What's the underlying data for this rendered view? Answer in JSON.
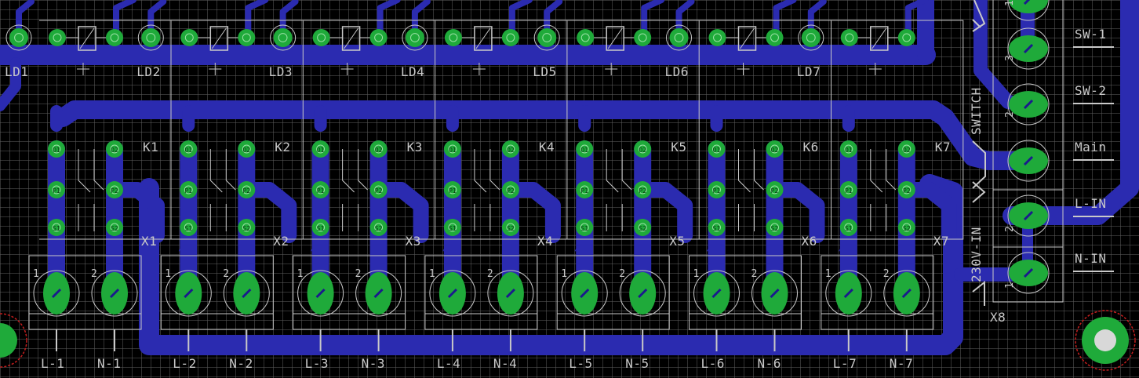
{
  "colors": {
    "background": "#000000",
    "trace": "#2b2bb0",
    "pad": "#1faa3a",
    "silkscreen": "#c9c9c9",
    "via_ring": "#c41e1e"
  },
  "channels": [
    {
      "led": "LD1",
      "relay": "K1",
      "terminal": "X1",
      "l_label": "L-1",
      "n_label": "N-1"
    },
    {
      "led": "LD2",
      "relay": "K2",
      "terminal": "X2",
      "l_label": "L-2",
      "n_label": "N-2"
    },
    {
      "led": "LD3",
      "relay": "K3",
      "terminal": "X3",
      "l_label": "L-3",
      "n_label": "N-3"
    },
    {
      "led": "LD4",
      "relay": "K4",
      "terminal": "X4",
      "l_label": "L-4",
      "n_label": "N-4"
    },
    {
      "led": "LD5",
      "relay": "K5",
      "terminal": "X5",
      "l_label": "L-5",
      "n_label": "N-5"
    },
    {
      "led": "LD6",
      "relay": "K6",
      "terminal": "X6",
      "l_label": "L-6",
      "n_label": "N-6"
    },
    {
      "led": "LD7",
      "relay": "K7",
      "terminal": "X7",
      "l_label": "L-7",
      "n_label": "N-7"
    }
  ],
  "relay_pins": [
    "O1",
    "O2",
    "P1",
    "P2",
    "S1",
    "S2"
  ],
  "terminal_pin_numbers": [
    "1",
    "2"
  ],
  "right_connector": {
    "name": "X8",
    "switch_section_label": "SWITCH",
    "power_section_label": "230V-IN",
    "pin_numbers": [
      "1",
      "3",
      "2",
      "1",
      "2",
      "1"
    ],
    "signals": [
      "SW-1",
      "SW-2",
      "Main",
      "L-IN",
      "N-IN"
    ]
  }
}
